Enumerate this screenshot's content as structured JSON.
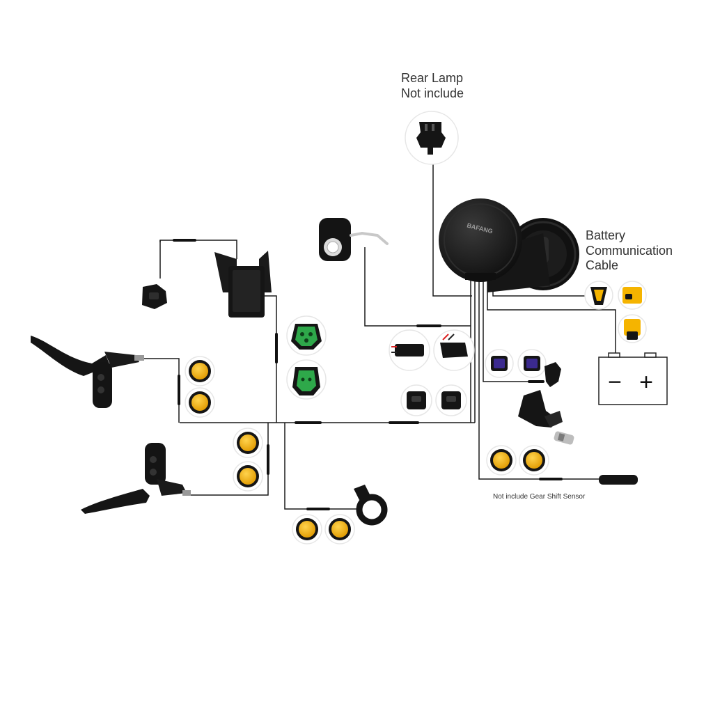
{
  "labels": {
    "rear_lamp_line1": "Rear Lamp",
    "rear_lamp_line2": "Not include",
    "battery_line1": "Battery",
    "battery_line2": "Communication",
    "battery_line3": "Cable",
    "gear_sensor_note": "Not include Gear Shift Sensor"
  },
  "battery_symbol": {
    "minus": "−",
    "plus": "+"
  },
  "motor_logo_text": "BAFANG",
  "colors": {
    "wire": "#1a1a1a",
    "connector_yellow": "#f5b400",
    "connector_green": "#2ea84a",
    "connector_purple": "#3b2a8f",
    "component_black": "#141414"
  }
}
